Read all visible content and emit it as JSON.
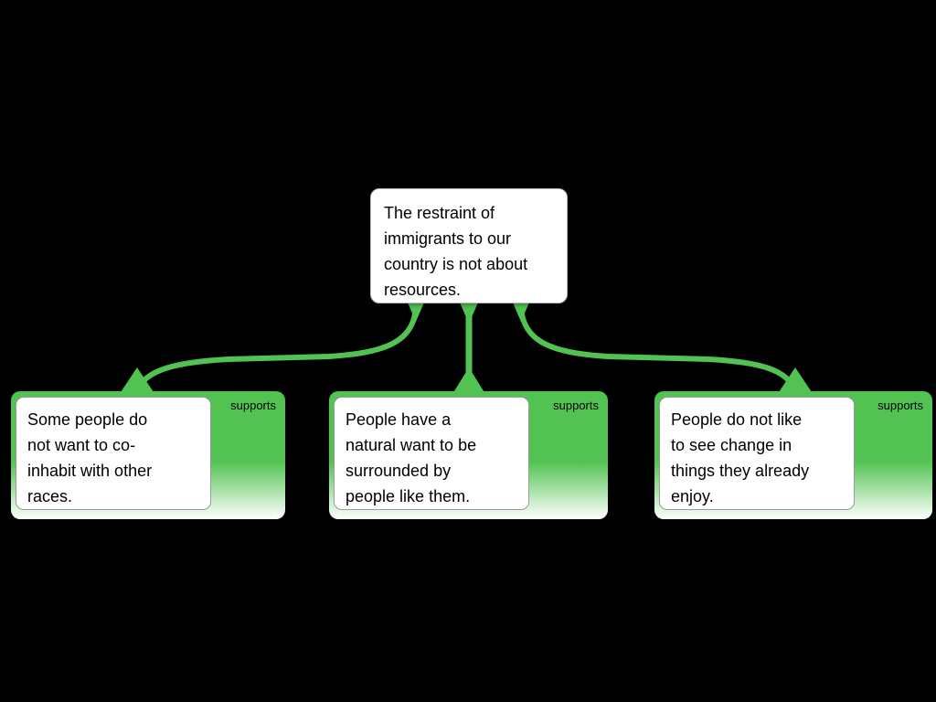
{
  "claim": {
    "text": "The restraint of\nimmigrants to our\ncountry is not about\nresources."
  },
  "supports": [
    {
      "label": "supports",
      "text": "Some people do\nnot want to co-\ninhabit with other\nraces."
    },
    {
      "label": "supports",
      "text": "People have a\nnatural want to be\nsurrounded by\npeople like them."
    },
    {
      "label": "supports",
      "text": "People do not like\nto see change in\nthings they already\nenjoy."
    }
  ],
  "colors": {
    "accent_green": "#52c352",
    "node_background": "#ffffff",
    "canvas_background": "#000000",
    "label_color": "#000000"
  }
}
